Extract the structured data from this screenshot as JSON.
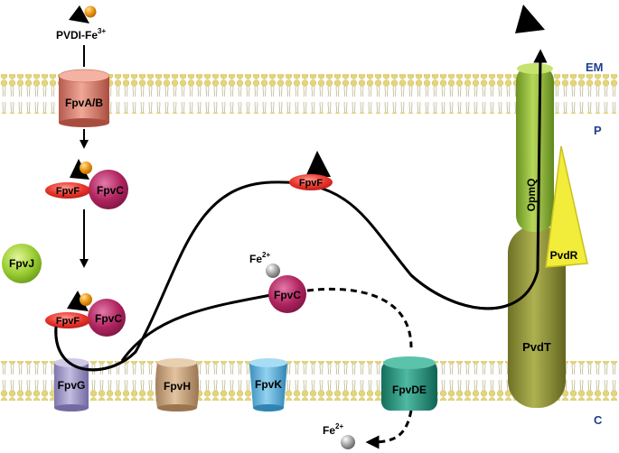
{
  "compartments": {
    "em": "EM",
    "p": "P",
    "c": "C"
  },
  "siderophore": {
    "label": "PVDI-Fe",
    "charge": "3+"
  },
  "proteins": {
    "fpvab": "FpvA/B",
    "fpvf_top": "FpvF",
    "fpvc_top": "FpvC",
    "fpvj": "FpvJ",
    "fpvf_low": "FpvF",
    "fpvc_low": "FpvC",
    "fpvf_peri": "FpvF",
    "fpvc_mid": "FpvC",
    "fpvg": "FpvG",
    "fpvh": "FpvH",
    "fpvk": "FpvK",
    "fpvde": "FpvDE",
    "opmq": "OpmQ",
    "pvdr": "PvdR",
    "pvdt": "PvdT"
  },
  "iron": {
    "label": "Fe",
    "charge": "2+"
  },
  "colors": {
    "membrane_head": "#e3d57a",
    "compartment_label": "#1f3f8f",
    "fpvab": "#d98070",
    "fpvf": "#e8332b",
    "fpvc": "#b0245f",
    "fpvj": "#9acd32",
    "fpvg": "#9e95c6",
    "fpvh": "#c8a07a",
    "fpvk": "#5bb3de",
    "fpvde": "#1f8f7a",
    "opmq": "#8ab42a",
    "pvdr": "#f2ec3a",
    "pvdt": "#8c8f35",
    "iron_ball": "#9a9a9a",
    "pvdi_ball": "#f0a020"
  }
}
